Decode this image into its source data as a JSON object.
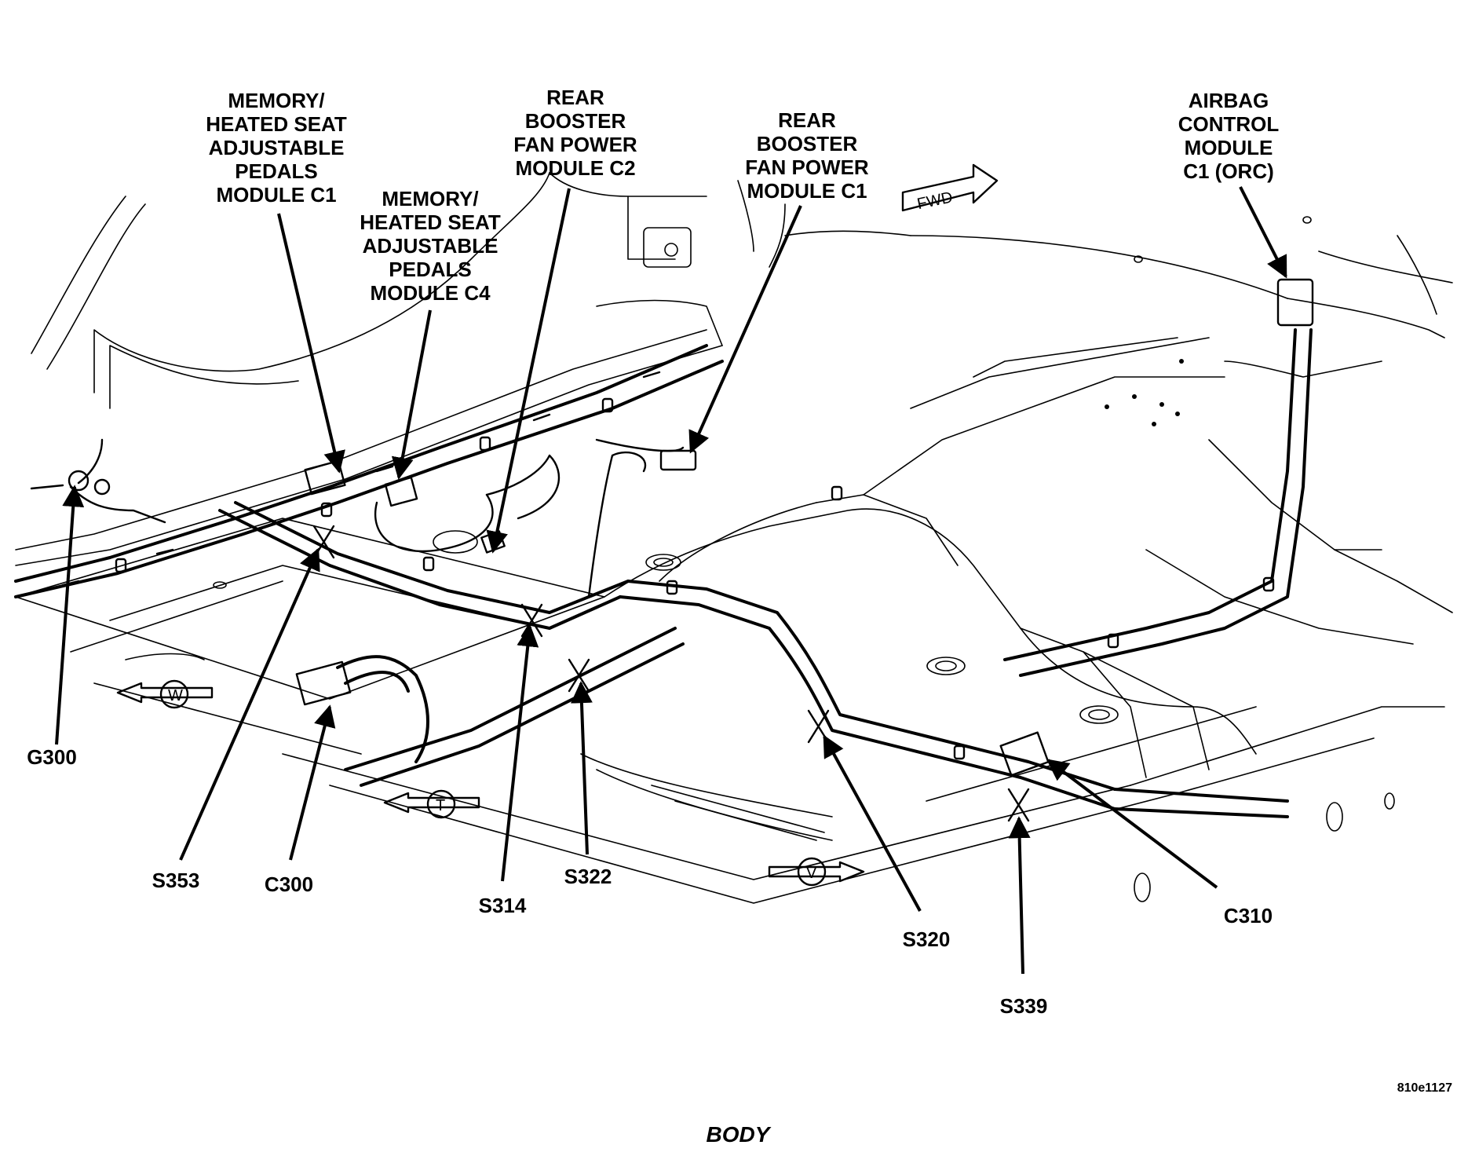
{
  "callouts": {
    "memory_c1": [
      "MEMORY/",
      "HEATED SEAT",
      "ADJUSTABLE",
      "PEDALS",
      "MODULE C1"
    ],
    "memory_c4": [
      "MEMORY/",
      "HEATED SEAT",
      "ADJUSTABLE",
      "PEDALS",
      "MODULE C4"
    ],
    "rear_booster_c2": [
      "REAR",
      "BOOSTER",
      "FAN POWER",
      "MODULE C2"
    ],
    "rear_booster_c1": [
      "REAR",
      "BOOSTER",
      "FAN POWER",
      "MODULE C1"
    ],
    "airbag": [
      "AIRBAG",
      "CONTROL",
      "MODULE",
      "C1 (ORC)"
    ],
    "g300": "G300",
    "s353": "S353",
    "c300": "C300",
    "s314": "S314",
    "s322": "S322",
    "s320": "S320",
    "s339": "S339",
    "c310": "C310"
  },
  "direction_arrows": {
    "fwd": "FWD",
    "w": "W",
    "t": "T",
    "v": "V"
  },
  "figure_id": "810e1127",
  "caption": "BODY"
}
